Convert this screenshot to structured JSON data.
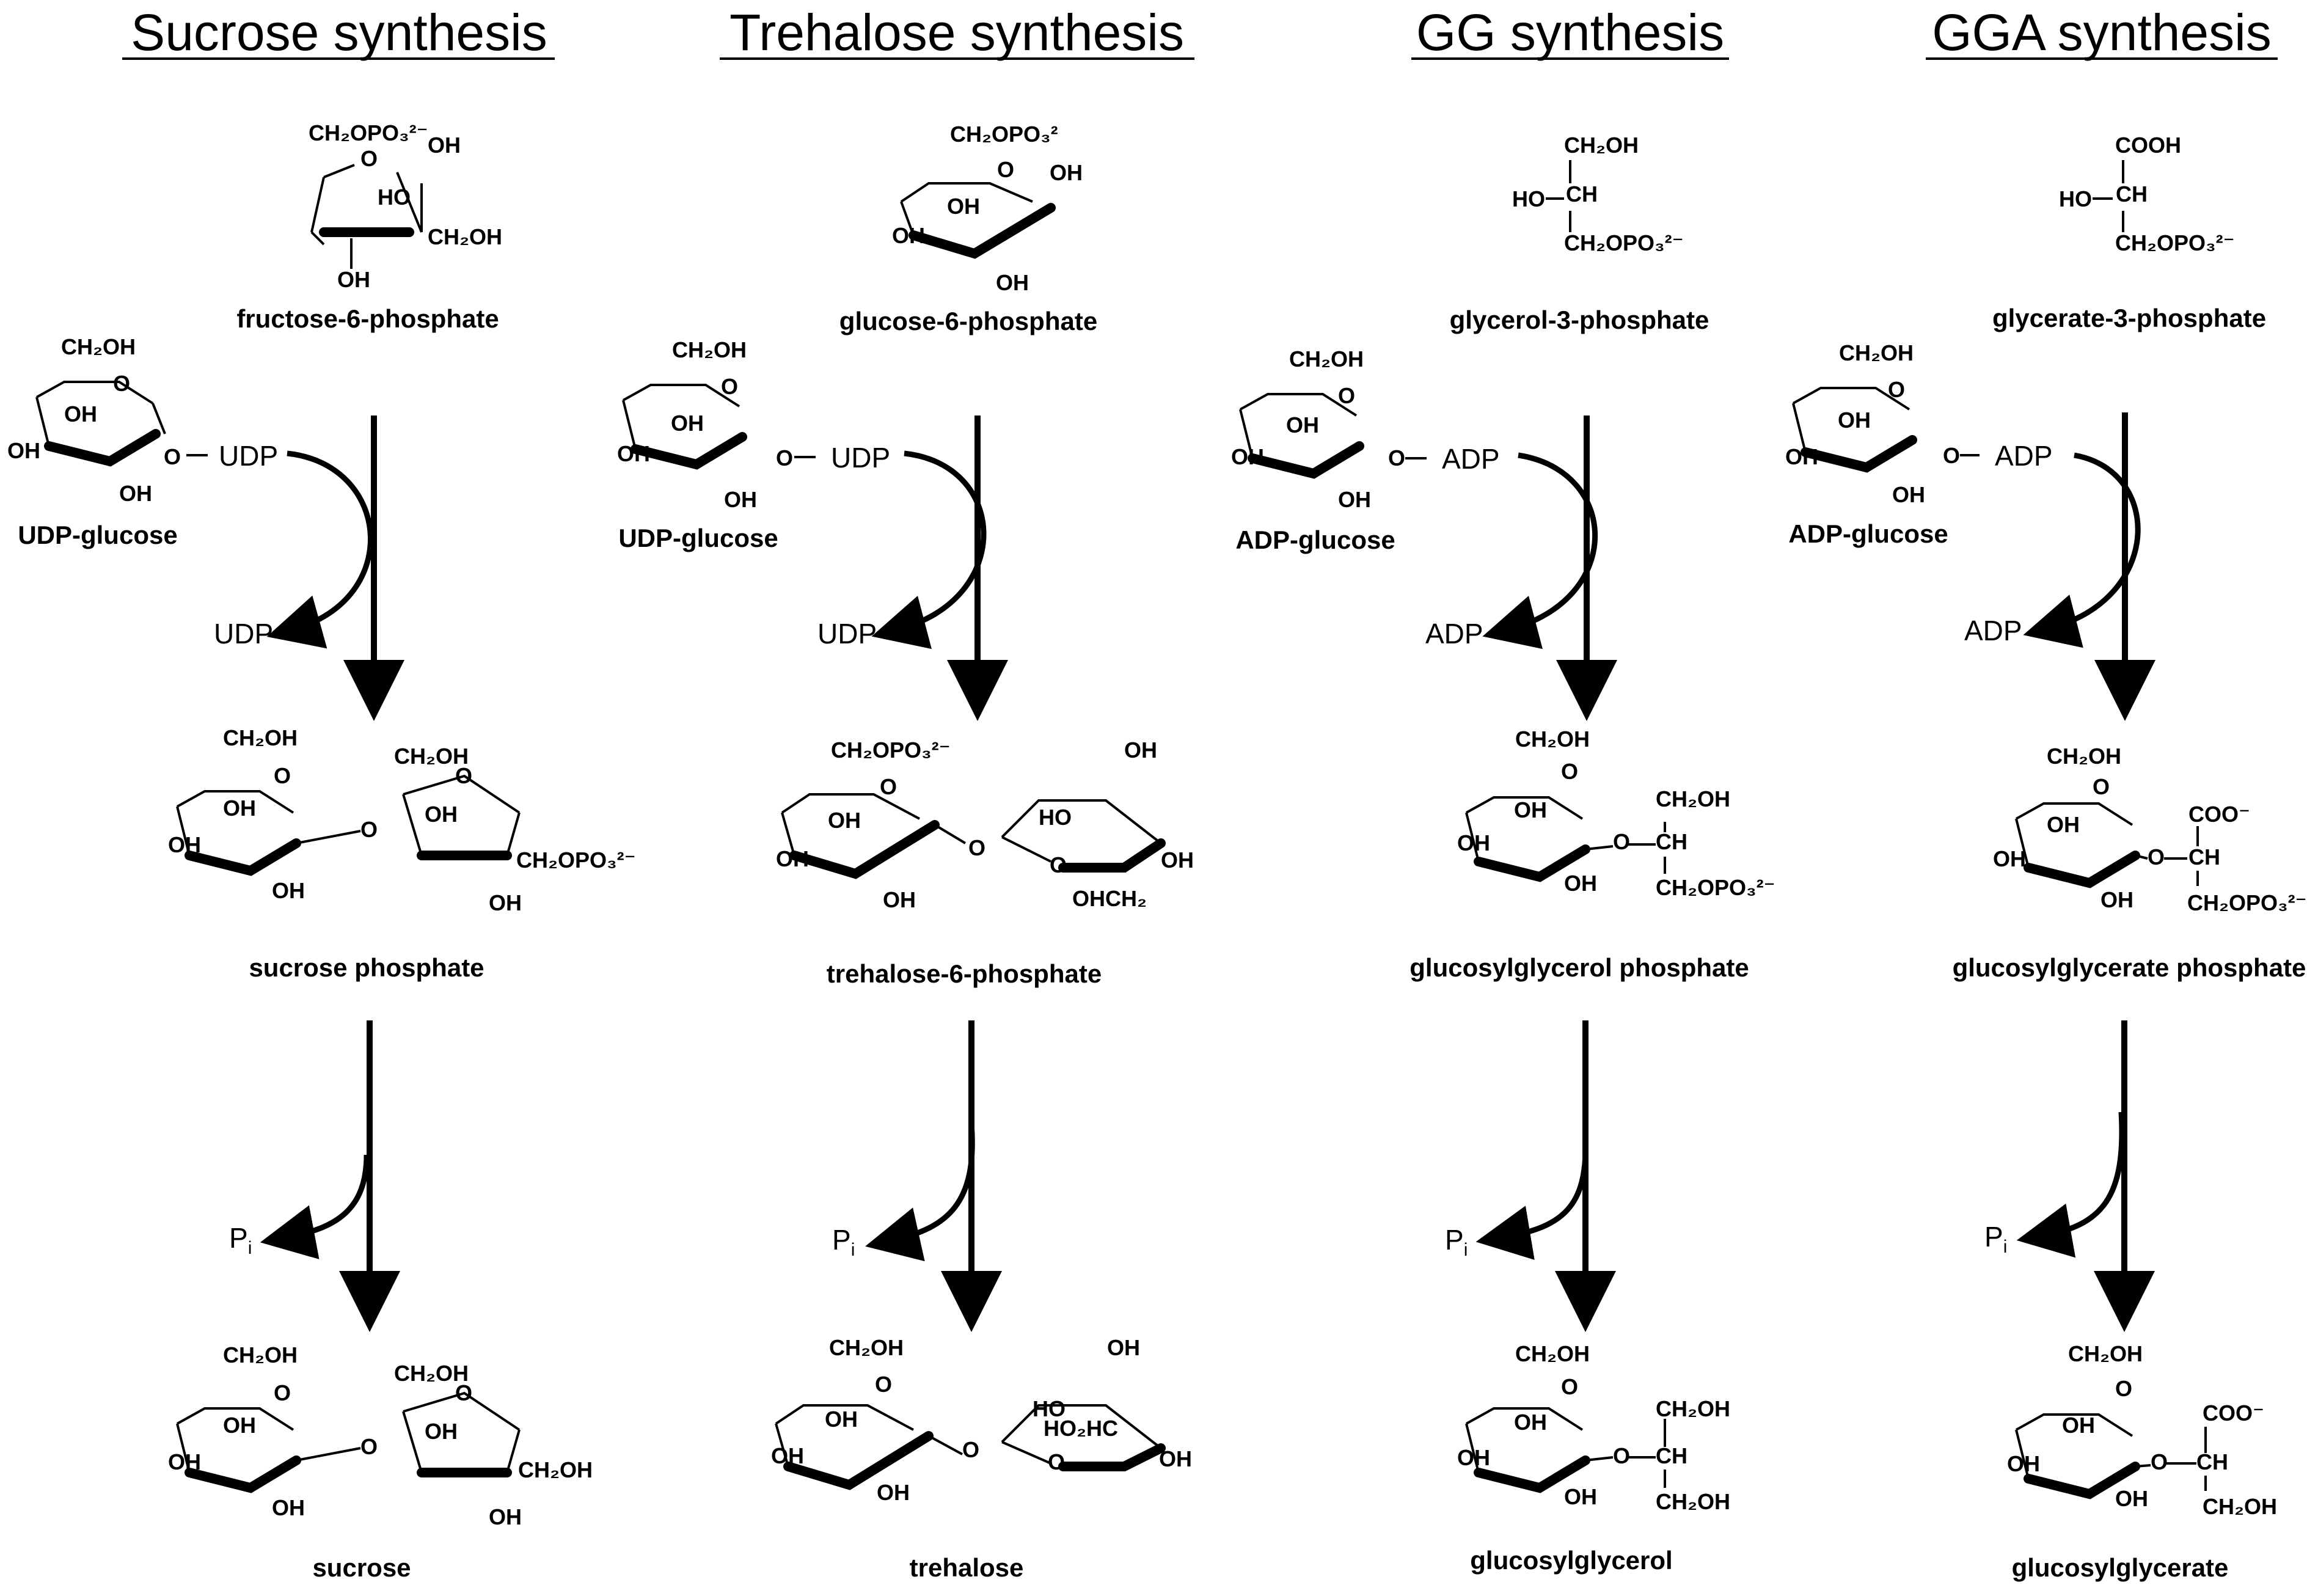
{
  "columns": [
    {
      "title": "Sucrose synthesis",
      "substrate": "fructose-6-phosphate",
      "donor": "UDP-glucose",
      "donor_group": "UDP",
      "byproduct": "UDP",
      "intermediate": "sucrose  phosphate",
      "release": "P",
      "release_sub": "i",
      "product": "sucrose"
    },
    {
      "title": "Trehalose synthesis",
      "substrate": "glucose-6-phosphate",
      "donor": "UDP-glucose",
      "donor_group": "UDP",
      "byproduct": "UDP",
      "intermediate": "trehalose-6-phosphate",
      "release": "P",
      "release_sub": "i",
      "product": "trehalose"
    },
    {
      "title": "GG synthesis",
      "substrate": "glycerol-3-phosphate",
      "donor": "ADP-glucose",
      "donor_group": "ADP",
      "byproduct": "ADP",
      "intermediate": "glucosylglycerol  phosphate",
      "release": "P",
      "release_sub": "i",
      "product": "glucosylglycerol"
    },
    {
      "title": "GGA synthesis",
      "substrate": "glycerate-3-phosphate",
      "donor": "ADP-glucose",
      "donor_group": "ADP",
      "byproduct": "ADP",
      "intermediate": "glucosylglycerate  phosphate",
      "release": "P",
      "release_sub": "i",
      "product": "glucosylglycerate"
    }
  ],
  "labels": {
    "ch2oh": "CH₂OH",
    "ch2opo3": "CH₂OPO₃²⁻",
    "ch2opo3_t": "CH₂OPO₃²",
    "oh": "OH",
    "ho": "HO",
    "o": "O",
    "ch": "CH",
    "cooh": "COOH",
    "coo": "COO⁻",
    "ohch2": "OHCH₂",
    "ho2hc": "HO₂HC",
    "ho_ch": "HO",
    "o_ch": "O"
  }
}
